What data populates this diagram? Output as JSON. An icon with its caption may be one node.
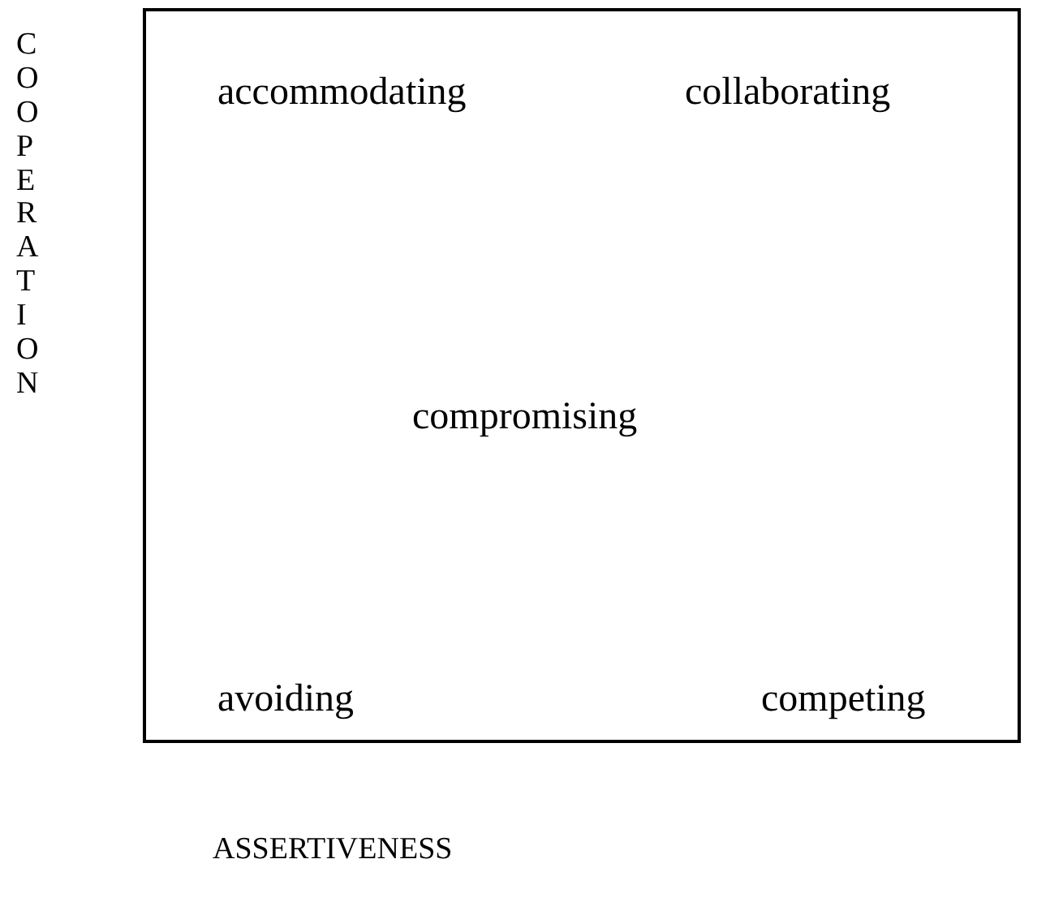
{
  "diagram": {
    "nodes": [
      {
        "text": [
          "accommodating",
          "collaborating",
          "compromising",
          "avoiding",
          "competing"
        ]
      }
    ],
    "labels": [
      "COOPERATION",
      "ASSERTIVENESS"
    ]
  }
}
